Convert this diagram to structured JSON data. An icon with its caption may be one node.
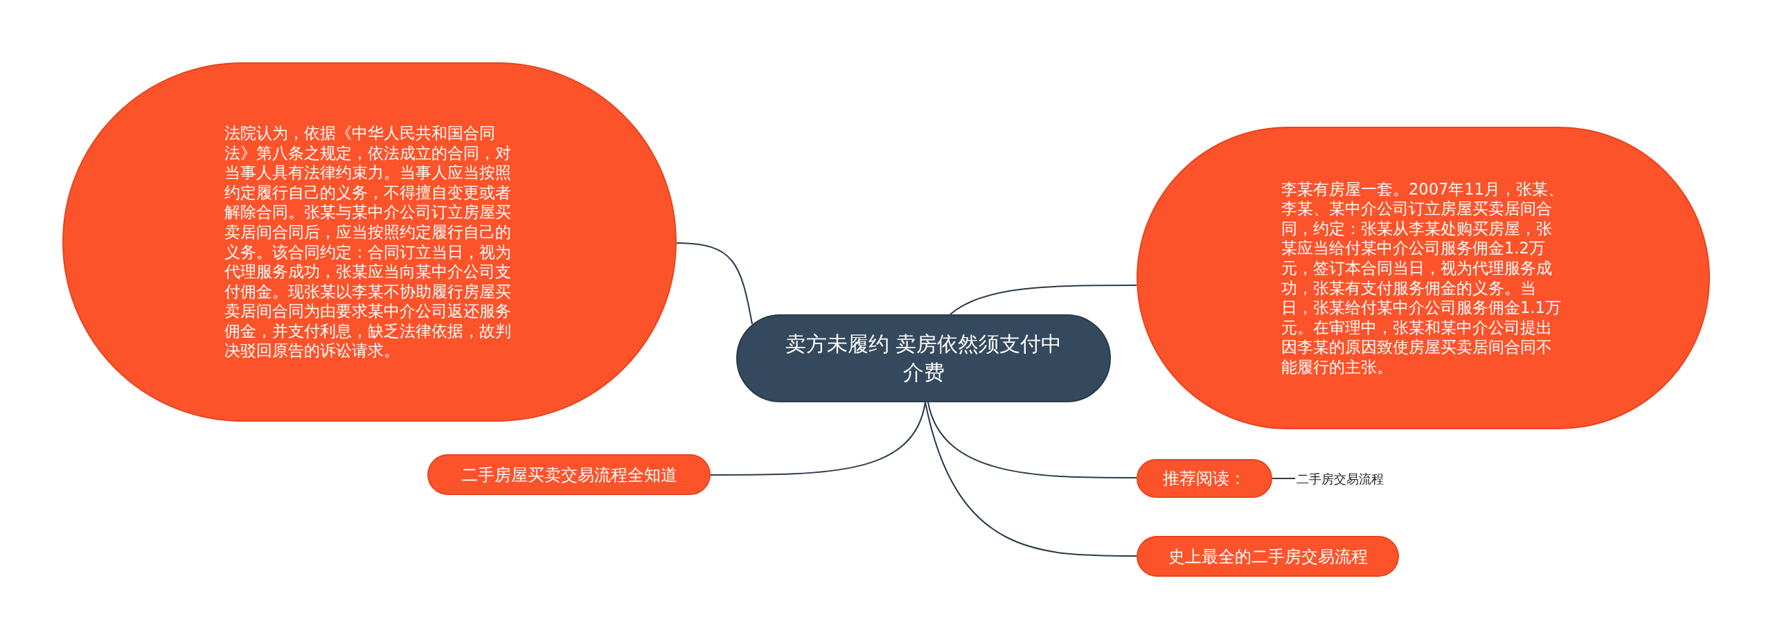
{
  "diagram": {
    "nodes": [
      {
        "text": [
          "卖方未履约 卖房依然须支付中介费"
        ]
      },
      {
        "text": [
          "法院认为，依据《中华人民共和国合同法》第八条之规定，依法成立的合同，对当事人具有法律约束力。当事人应当按照约定履行自己的义务，不得擅自变更或者解除合同。张某与某中介公司订立房屋买卖居间合同后，应当按照约定履行自己的义务。该合同约定：合同订立当日，视为代理服务成功，张某应当向某中介公司支付佣金。现张某以李某不协助履行房屋买卖居间合同为由要求某中介公司返还服务佣金，并支付利息，缺乏法律依据，故判决驳回原告的诉讼请求。"
        ]
      },
      {
        "text": [
          "李某有房屋一套。2007年11月，张某、李某、某中介公司订立房屋买卖居间合同，约定：张某从李某处购买房屋，张某应当给付某中介公司服务佣金1.2万元，签订本合同当日，视为代理服务成功，张某有支付服务佣金的义务。当日，张某给付某中介公司服务佣金1.1万元。在审理中，张某和某中介公司提出因李某的原因致使房屋买卖居间合同不能履行的主张。"
        ]
      },
      {
        "text": [
          "二手房屋买卖交易流程全知道"
        ]
      },
      {
        "text": [
          "推荐阅读："
        ]
      },
      {
        "text": [
          "二手房交易流程"
        ]
      },
      {
        "text": [
          "史上最全的二手房交易流程"
        ]
      }
    ],
    "edges": [
      {
        "from": 0,
        "to": 1,
        "arrow": "none"
      },
      {
        "from": 0,
        "to": 2,
        "arrow": "none"
      },
      {
        "from": 0,
        "to": 3,
        "arrow": "none"
      },
      {
        "from": 0,
        "to": 4,
        "arrow": "none"
      },
      {
        "from": 0,
        "to": 6,
        "arrow": "none"
      },
      {
        "from": 4,
        "to": 5,
        "arrow": "none"
      }
    ]
  }
}
